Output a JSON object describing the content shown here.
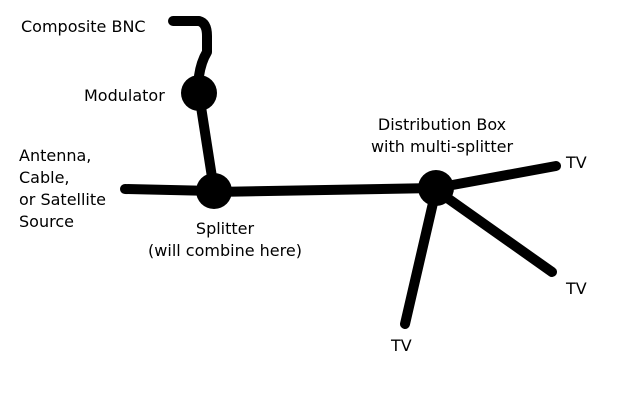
{
  "diagram": {
    "labels": {
      "composite": "Composite BNC",
      "modulator": "Modulator",
      "antenna": [
        "Antenna,",
        "Cable,",
        "or Satellite",
        "Source"
      ],
      "splitter": [
        "Splitter",
        "(will combine here)"
      ],
      "distribution": [
        "Distribution Box",
        "with multi-splitter"
      ],
      "tv_upper_right": "TV",
      "tv_lower_right": "TV",
      "tv_bottom": "TV"
    },
    "colors": {
      "line": "#000000",
      "background": "#ffffff"
    }
  }
}
